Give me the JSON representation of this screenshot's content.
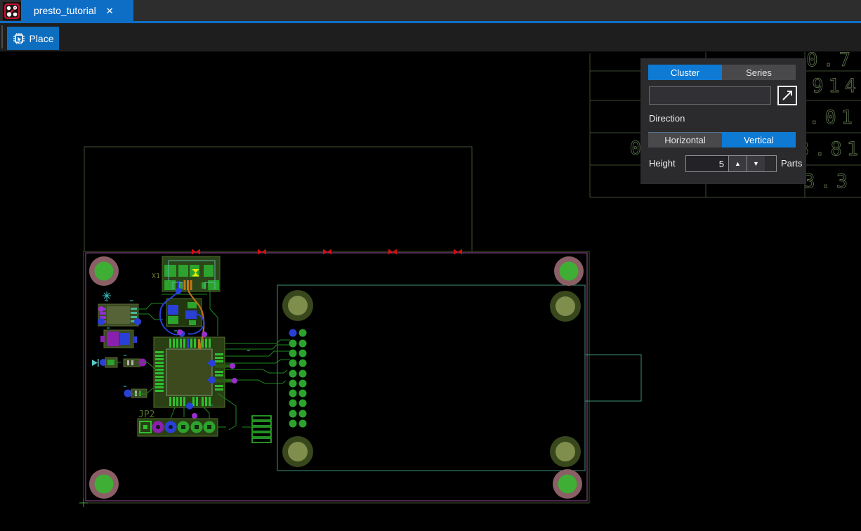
{
  "tab_bar": {
    "app_icon": "pcb-pattern-icon",
    "tab": {
      "label": "presto_tutorial",
      "close_glyph": "✕"
    }
  },
  "toolbar": {
    "place": {
      "label": "Place",
      "icon": "chip-cursor-icon"
    }
  },
  "panel": {
    "tabs": [
      {
        "label": "Cluster",
        "active": true
      },
      {
        "label": "Series",
        "active": false
      }
    ],
    "search_value": "",
    "expand_icon": "diagonal-arrow-icon",
    "direction": {
      "label": "Direction",
      "options": [
        {
          "label": "Horizontal",
          "active": false
        },
        {
          "label": "Vertical",
          "active": true
        }
      ]
    },
    "height": {
      "label": "Height",
      "value": "5",
      "unit_label": "Parts",
      "up_glyph": "▲",
      "down_glyph": "▼"
    }
  },
  "canvas": {
    "dimension_table": {
      "rows": [
        "0.7",
        ".914",
        ".01",
        "3.81",
        "3.3"
      ],
      "partial_digit": "0"
    },
    "labels": {
      "connector_top": "X1",
      "connector_bottom": "JP2"
    },
    "colors": {
      "board_outline_purple": "#9b4f9b",
      "board_outline_green": "#44562c",
      "inner_region_teal": "#3e8f7c",
      "copper_pad_green": "#2ca32c",
      "trace_green": "#1e8a1e",
      "trace_blue": "#2940d8",
      "trace_orange": "#c07818",
      "via_purple": "#9a2fd0",
      "hole_ring_mauve": "#8a5f66",
      "hole_center_green": "#3fae35",
      "hole_ring_olive": "#39471d",
      "hole_center_olive": "#7f8d4d",
      "dimension_text_green": "#5a6e4a",
      "marker_red": "#d01010",
      "marker_yellow": "#e8e800",
      "accent_blue_tab": "#0e6ec6",
      "accent_blue_panel": "#0f7ad3"
    }
  }
}
